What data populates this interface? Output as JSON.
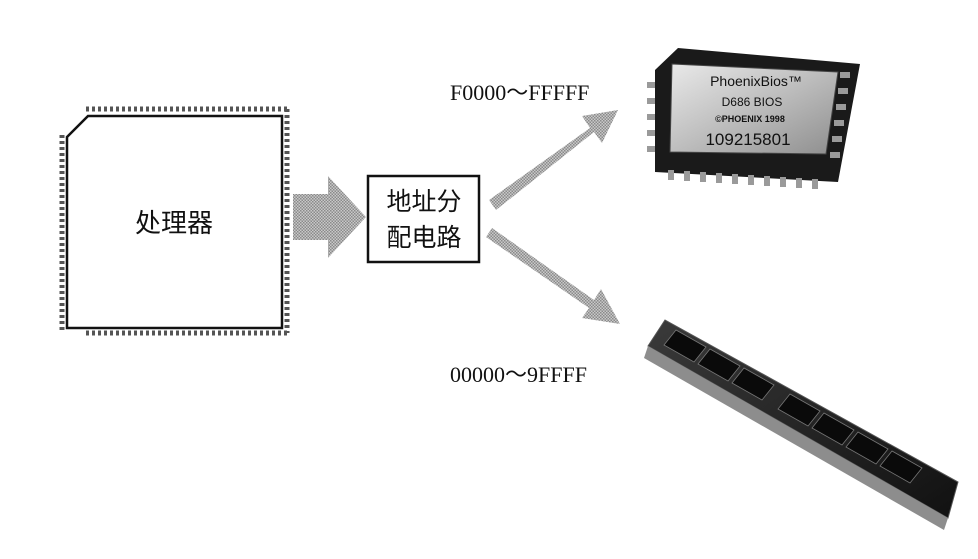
{
  "processor": {
    "label": "处理器"
  },
  "decoder": {
    "line1": "地址分",
    "line2": "配电路"
  },
  "bios": {
    "address_range": "F0000～FFFFF",
    "chip_lines": [
      "PhoenixBios™",
      "D686 BIOS",
      "©PHOENIX 1998",
      "109215801"
    ]
  },
  "ram": {
    "address_range": "00000～9FFFF"
  }
}
